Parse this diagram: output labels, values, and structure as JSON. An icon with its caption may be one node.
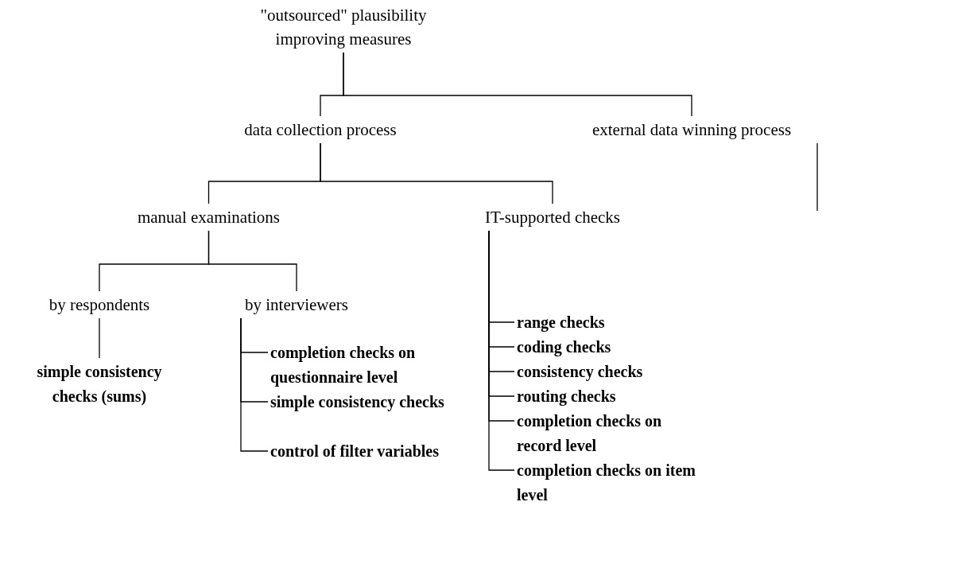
{
  "diagram": {
    "nodes": [
      {
        "text": [
          "\"outsourced\" plausibility improving measures"
        ]
      },
      {
        "text": [
          "data collection process"
        ]
      },
      {
        "text": [
          "external data winning process"
        ]
      },
      {
        "text": [
          "manual examinations"
        ]
      },
      {
        "text": [
          "IT-supported checks"
        ]
      },
      {
        "text": [
          "by respondents"
        ]
      },
      {
        "text": [
          "by interviewers"
        ]
      },
      {
        "text": [
          "simple consistency checks (sums)"
        ]
      },
      {
        "text": [
          "completion checks on questionnaire level"
        ]
      },
      {
        "text": [
          "simple consistency checks"
        ]
      },
      {
        "text": [
          "control of filter variables"
        ]
      },
      {
        "text": [
          "range checks"
        ]
      },
      {
        "text": [
          "coding checks"
        ]
      },
      {
        "text": [
          "consistency checks"
        ]
      },
      {
        "text": [
          "routing checks"
        ]
      },
      {
        "text": [
          "completion checks on record level"
        ]
      },
      {
        "text": [
          "completion checks on item level"
        ]
      }
    ],
    "edges": [
      {
        "from": 0,
        "to": 1,
        "arrow": "none"
      },
      {
        "from": 0,
        "to": 2,
        "arrow": "none"
      },
      {
        "from": 1,
        "to": 3,
        "arrow": "none"
      },
      {
        "from": 1,
        "to": 4,
        "arrow": "none"
      },
      {
        "from": 2,
        "to": null,
        "arrow": "none"
      },
      {
        "from": 3,
        "to": 5,
        "arrow": "none"
      },
      {
        "from": 3,
        "to": 6,
        "arrow": "none"
      },
      {
        "from": 5,
        "to": 7,
        "arrow": "none"
      },
      {
        "from": 6,
        "to": 8,
        "arrow": "none"
      },
      {
        "from": 6,
        "to": 9,
        "arrow": "none"
      },
      {
        "from": 6,
        "to": 10,
        "arrow": "none"
      },
      {
        "from": 4,
        "to": 11,
        "arrow": "none"
      },
      {
        "from": 4,
        "to": 12,
        "arrow": "none"
      },
      {
        "from": 4,
        "to": 13,
        "arrow": "none"
      },
      {
        "from": 4,
        "to": 14,
        "arrow": "none"
      },
      {
        "from": 4,
        "to": 15,
        "arrow": "none"
      },
      {
        "from": 4,
        "to": 16,
        "arrow": "none"
      }
    ]
  }
}
